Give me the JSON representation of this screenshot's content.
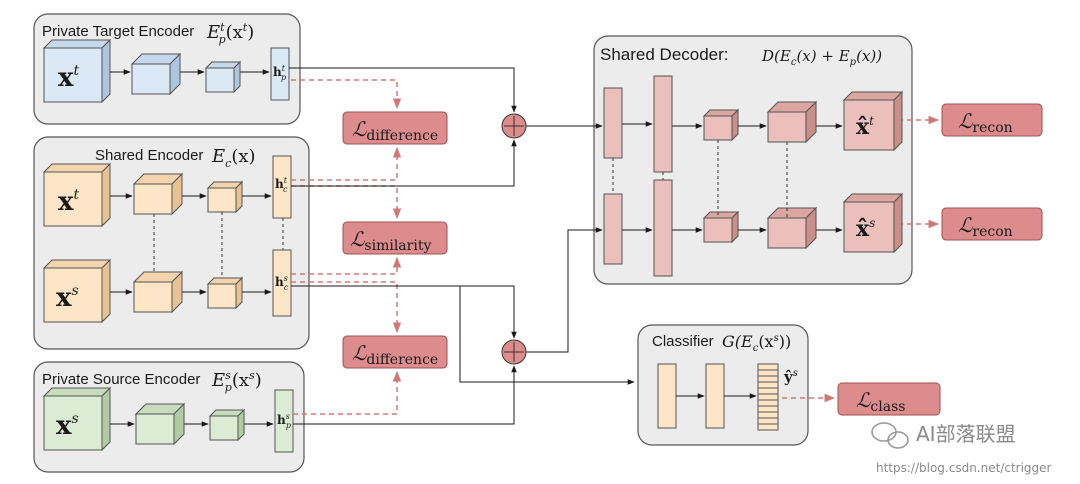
{
  "encoders": {
    "private_target": {
      "title": "Private Target Encoder",
      "formula": "E",
      "formula_sub": "p",
      "formula_sup": "t",
      "formula_arg": "(x",
      "formula_arg_sup": "t",
      "formula_close": ")",
      "input": "x",
      "input_sup": "t",
      "h": "h",
      "h_sub": "p",
      "h_sup": "t",
      "color": "#dbe8f6"
    },
    "shared": {
      "title": "Shared Encoder",
      "formula": "E",
      "formula_sub": "c",
      "formula_arg": "(x)",
      "input_top": "x",
      "input_top_sup": "t",
      "input_bottom": "x",
      "input_bottom_sup": "s",
      "h_top": "h",
      "h_top_sub": "c",
      "h_top_sup": "t",
      "h_bottom": "h",
      "h_bottom_sub": "c",
      "h_bottom_sup": "s",
      "color": "#fde6c8"
    },
    "private_source": {
      "title": "Private Source Encoder",
      "formula": "E",
      "formula_sub": "p",
      "formula_sup": "s",
      "formula_arg": "(x",
      "formula_arg_sup": "s",
      "formula_close": ")",
      "input": "x",
      "input_sup": "s",
      "h": "h",
      "h_sub": "p",
      "h_sup": "s",
      "color": "#dcebd3"
    }
  },
  "decoder": {
    "title": "Shared Decoder:",
    "formula": "D(E",
    "f_sub1": "c",
    "f_mid": "(x) + E",
    "f_sub2": "p",
    "f_end": "(x))",
    "out_top": "x̂",
    "out_top_sup": "t",
    "out_bottom": "x̂",
    "out_bottom_sup": "s",
    "color": "#ebbfbb"
  },
  "classifier": {
    "title": "Classifier",
    "formula": "G(E",
    "f_sub": "c",
    "f_arg": "(x",
    "f_arg_sup": "s",
    "f_end": "))",
    "out": "ŷ",
    "out_sup": "s",
    "color": "#fde6c8"
  },
  "losses": {
    "difference_top": {
      "main": "ℒ",
      "sub": "difference"
    },
    "similarity": {
      "main": "ℒ",
      "sub": "similarity"
    },
    "difference_bottom": {
      "main": "ℒ",
      "sub": "difference"
    },
    "recon_top": {
      "main": "ℒ",
      "sub": "recon"
    },
    "recon_bottom": {
      "main": "ℒ",
      "sub": "recon"
    },
    "class": {
      "main": "ℒ",
      "sub": "class"
    },
    "color": "#dc8c8c"
  },
  "watermark": {
    "brand": "AI部落联盟",
    "url": "https://blog.csdn.net/ctrigger"
  },
  "colors": {
    "panel": "#ececec",
    "panel_stroke": "#555555",
    "arrow": "#1a1a1a",
    "dashed_loss": "#d07878"
  }
}
